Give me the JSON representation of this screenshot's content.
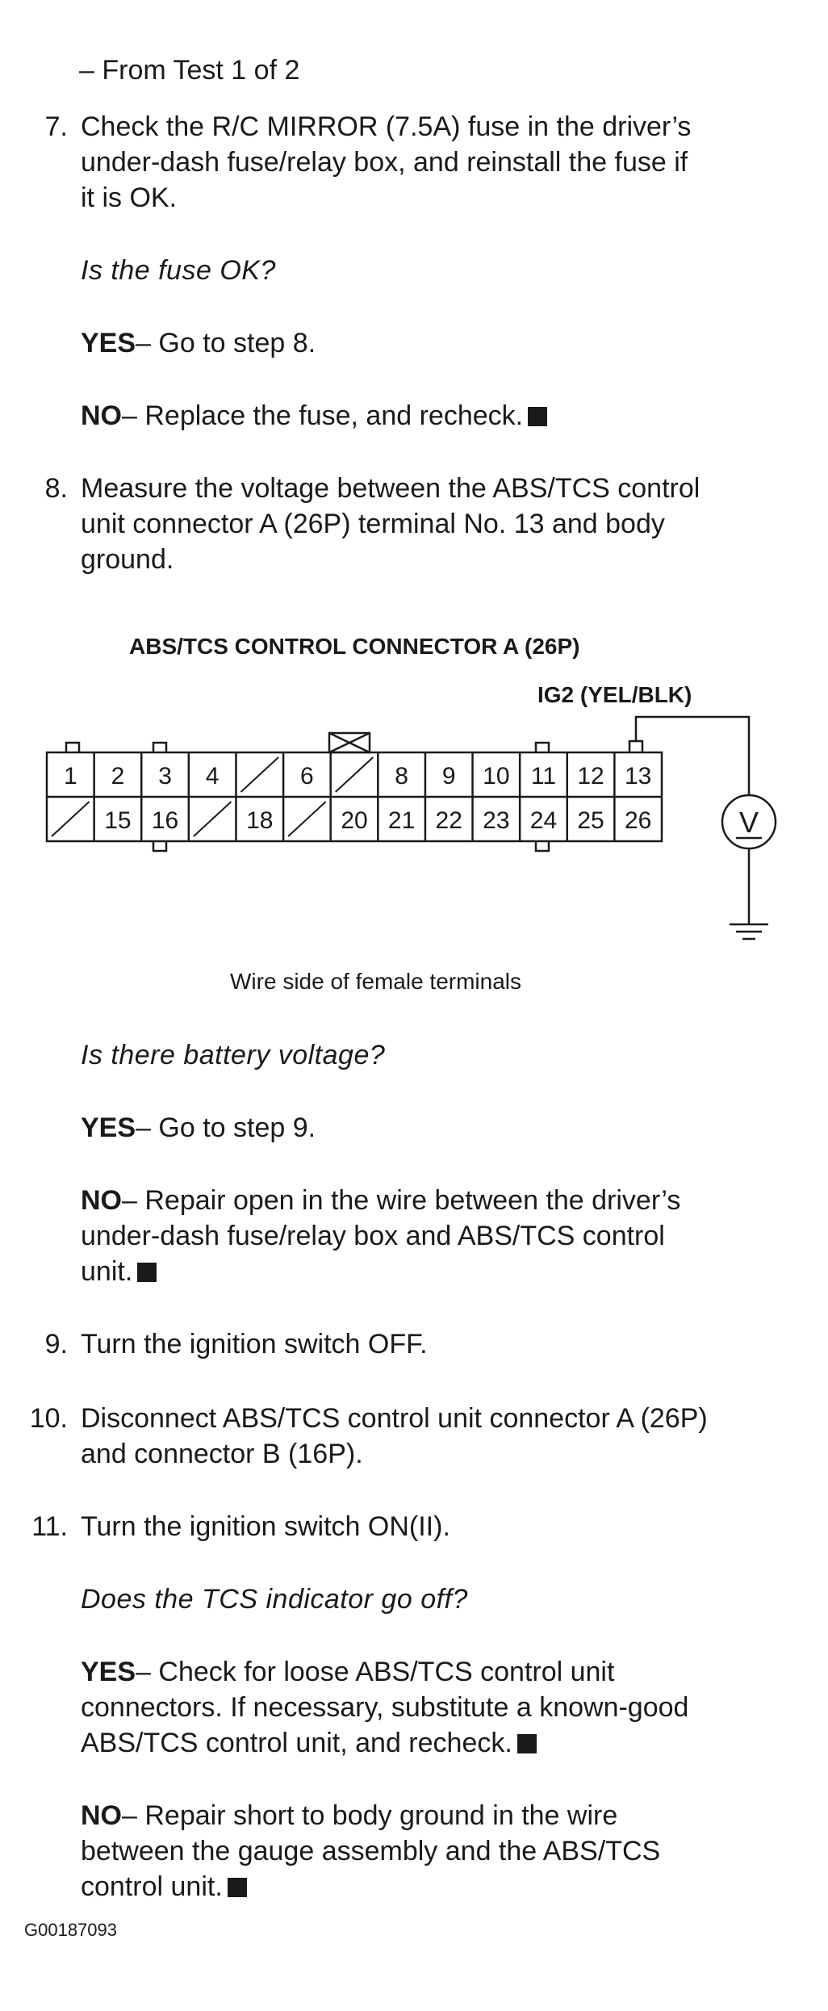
{
  "header": {
    "from_test": "– From Test 1 of 2"
  },
  "steps": {
    "s7": {
      "num": "7.",
      "lines": [
        "Check the R/C MIRROR (7.5A) fuse in the driver’s",
        "under-dash fuse/relay box, and reinstall the fuse if",
        "it is OK."
      ],
      "question": "Is the fuse OK?",
      "yes_label": "YES",
      "yes_text": "– Go to step 8.",
      "no_label": "NO",
      "no_text": "– Replace the fuse, and recheck."
    },
    "s8": {
      "num": "8.",
      "lines": [
        "Measure the voltage between the ABS/TCS control",
        "unit connector A (26P) terminal No. 13 and body",
        "ground."
      ],
      "question": "Is there battery voltage?",
      "yes_label": "YES",
      "yes_text": "– Go to step 9.",
      "no_label": "NO",
      "no_lines": [
        "– Repair open in the wire between the driver’s",
        "under-dash fuse/relay box and ABS/TCS control",
        "unit."
      ]
    },
    "s9": {
      "num": "9.",
      "text": "Turn the ignition switch OFF."
    },
    "s10": {
      "num": "10.",
      "lines": [
        "Disconnect ABS/TCS control unit connector A (26P)",
        "and connector B (16P)."
      ]
    },
    "s11": {
      "num": "11.",
      "text": "Turn the ignition switch ON(II).",
      "question": "Does the TCS indicator go off?",
      "yes_label": "YES",
      "yes_lines": [
        "– Check for loose ABS/TCS control unit",
        "connectors. If necessary, substitute a known-good",
        "ABS/TCS control unit, and recheck."
      ],
      "no_label": "NO",
      "no_lines": [
        "– Repair short to body ground in the wire",
        "between the gauge assembly and the ABS/TCS",
        "control unit."
      ]
    }
  },
  "diagram": {
    "title": "ABS/TCS CONTROL CONNECTOR A (26P)",
    "wire_label": "IG2 (YEL/BLK)",
    "meter_symbol": "V",
    "caption": "Wire side of female terminals",
    "row1": [
      "1",
      "2",
      "3",
      "4",
      "",
      "6",
      "",
      "8",
      "9",
      "10",
      "11",
      "12",
      "13"
    ],
    "row2": [
      "",
      "15",
      "16",
      "",
      "18",
      "",
      "20",
      "21",
      "22",
      "23",
      "24",
      "25",
      "26"
    ]
  },
  "footer": {
    "code": "G00187093"
  }
}
